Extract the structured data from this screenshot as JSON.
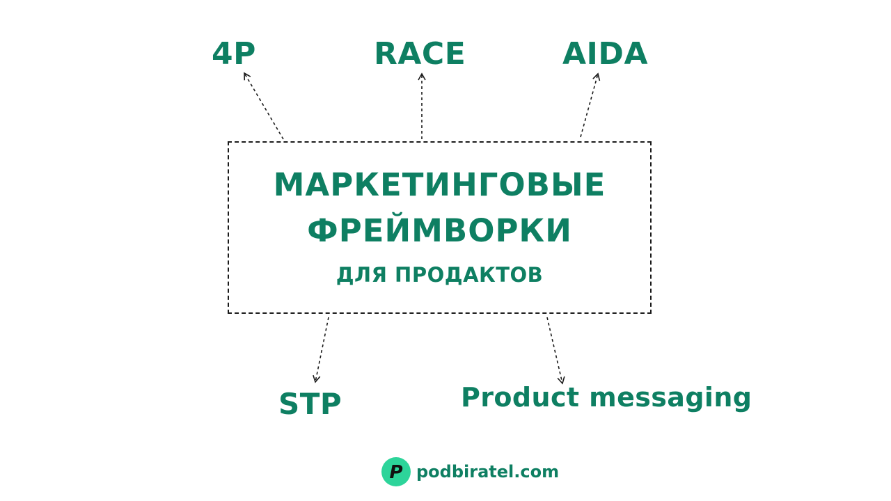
{
  "nodes": {
    "four_p": "4P",
    "race": "RACE",
    "aida": "AIDA",
    "stp": "STP",
    "product_messaging": "Product messaging"
  },
  "center": {
    "line1": "МАРКЕТИНГОВЫЕ",
    "line2": "ФРЕЙМВОРКИ",
    "subtitle": "ДЛЯ ПРОДАКТОВ"
  },
  "footer": {
    "site": "podbiratel.com",
    "logo_letter": "P"
  },
  "colors": {
    "accent": "#0e7f62",
    "logo_badge": "#2dd49a",
    "line": "#1a1a1a",
    "background": "#ffffff"
  },
  "icons": {
    "logo": "podbiratel-logo-icon",
    "arrow": "dashed-arrow"
  }
}
